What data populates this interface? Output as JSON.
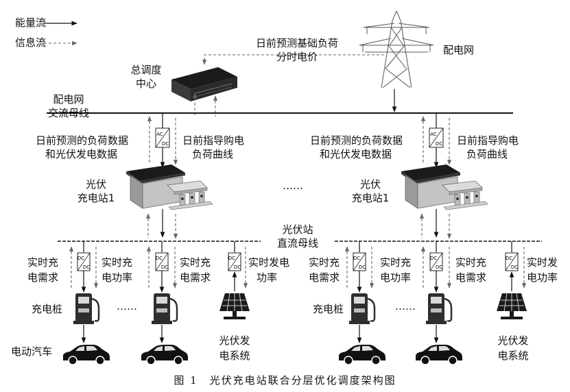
{
  "legend": {
    "energy_flow": "能量流",
    "info_flow": "信息流"
  },
  "top": {
    "forecast_line1": "日前预测基础负荷",
    "forecast_line2": "分时电价",
    "grid": "配电网",
    "dispatch_line1": "总调度",
    "dispatch_line2": "中心"
  },
  "ac_bus": {
    "line1": "配电网",
    "line2": "交流母线"
  },
  "station_left": {
    "up_line1": "日前预测的负荷数据",
    "up_line2": "和光伏发电数据",
    "down_line1": "日前指导购电",
    "down_line2": "负荷曲线",
    "name_line1": "光伏",
    "name_line2": "充电站1"
  },
  "station_right": {
    "up_line1": "日前预测的负荷数据",
    "up_line2": "和光伏发电数据",
    "down_line1": "日前指导购电",
    "down_line2": "负荷曲线",
    "name_line1": "光伏",
    "name_line2": "充电站1"
  },
  "mid_ellipsis": "……",
  "dc_bus": {
    "line1": "光伏站",
    "line2": "直流母线"
  },
  "converter": {
    "ac": "AC",
    "dc": "DC"
  },
  "branches": {
    "demand_line1": "实时充",
    "demand_line2": "电需求",
    "power_line1": "实时充",
    "power_line2": "电功率",
    "pv_power_line1": "实时发电",
    "pv_power_line2": "功率",
    "pv_power_alt_line1": "实时发",
    "pv_power_alt_line2": "电功率"
  },
  "bottom": {
    "pile_label": "充电桩",
    "ev_label": "电动汽车",
    "pv_line1": "光伏发",
    "pv_line2": "电系统",
    "dots": "……"
  },
  "caption": "图 1　光伏充电站联合分层优化调度架构图"
}
